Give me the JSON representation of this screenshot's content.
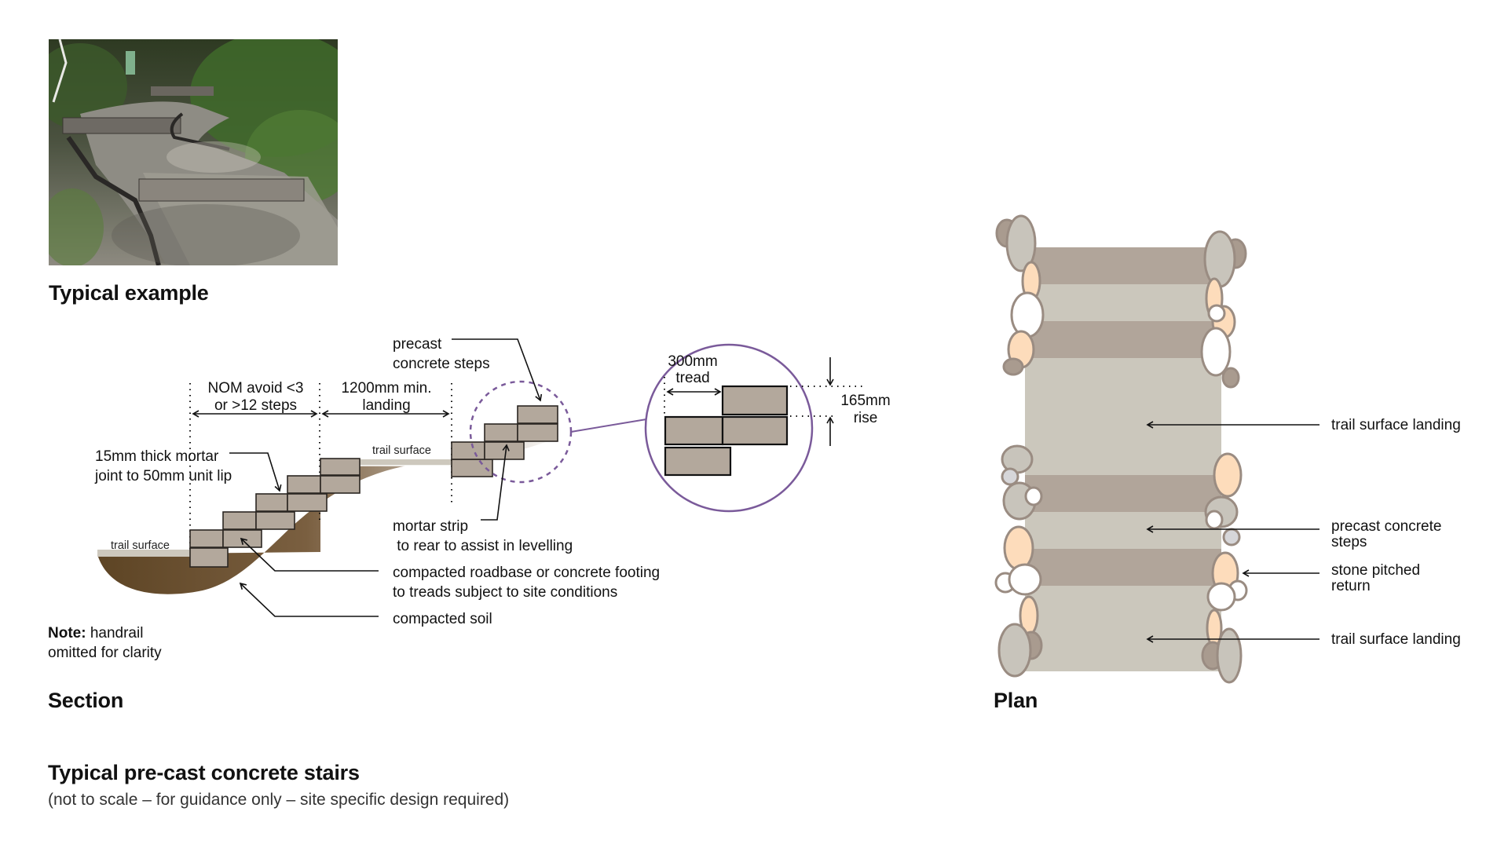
{
  "typical_example": {
    "heading": "Typical example",
    "photo_alt": "Pre-cast concrete steps on a forest trail with steel edging"
  },
  "section": {
    "heading": "Section",
    "labels": {
      "precast_steps": [
        "precast",
        "concrete steps"
      ],
      "nom_steps": [
        "NOM avoid <3",
        "or >12 steps"
      ],
      "landing_min": [
        "1200mm min.",
        "landing"
      ],
      "mortar_joint": [
        "15mm thick mortar",
        "joint to 50mm unit lip"
      ],
      "trail_surface_upper": "trail surface",
      "trail_surface_lower": "trail surface",
      "mortar_strip": [
        "mortar strip",
        " to rear to assist in levelling"
      ],
      "roadbase": [
        "compacted roadbase or concrete footing",
        "to treads subject to site conditions"
      ],
      "compacted_soil": "compacted soil"
    },
    "note": {
      "bold": "Note:",
      "text_line1": " handrail",
      "text_line2": "omitted for clarity"
    },
    "detail": {
      "tread": [
        "300mm",
        "tread"
      ],
      "rise": [
        "165mm",
        "rise"
      ]
    }
  },
  "plan": {
    "heading": "Plan",
    "labels": {
      "landing_top": "trail surface landing",
      "precast_steps": [
        "precast concrete",
        "steps"
      ],
      "stone_return": [
        "stone pitched",
        "return"
      ],
      "landing_bottom": "trail surface landing"
    }
  },
  "footer": {
    "title": "Typical pre-cast concrete stairs",
    "subtitle": "(not to scale – for guidance only – site specific design required)"
  },
  "colors": {
    "step_fill": "#b3a89c",
    "step_stroke": "#2b2622",
    "soil_dark": "#6b4f2e",
    "trail_surface": "#cdc8bd",
    "detail_circle": "#7a5a9a",
    "plan_landing": "#cbc7bc",
    "plan_step": "#b1a59a",
    "stone_grey": "#c8c4bb",
    "stone_peach": "#fddcbb",
    "stone_white": "#ffffff",
    "stone_dark": "#a99b8f",
    "stone_outline": "#9a8c82"
  }
}
